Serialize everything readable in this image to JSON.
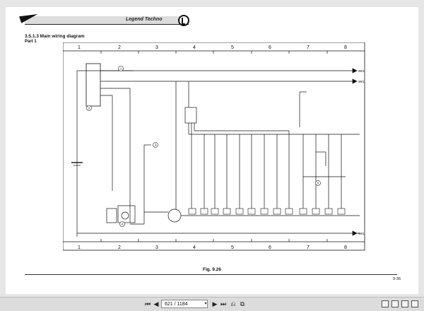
{
  "header": {
    "brand": "Legend Techno",
    "section": "3.5.1.3    Main wiring diagram",
    "part": "Part 1"
  },
  "diagram": {
    "columns_top": [
      "1",
      "2",
      "3",
      "4",
      "5",
      "6",
      "7",
      "8"
    ],
    "columns_bottom": [
      "1",
      "2",
      "3",
      "4",
      "5",
      "6",
      "7",
      "8"
    ],
    "callouts": [
      "1",
      "2",
      "3",
      "4",
      "5"
    ],
    "connectors": [
      "98/1",
      "98/1",
      "98/1"
    ]
  },
  "caption": "Fig. 9.26",
  "page_number": "9-35",
  "toolbar": {
    "page_indicator": "621 / 1184"
  }
}
